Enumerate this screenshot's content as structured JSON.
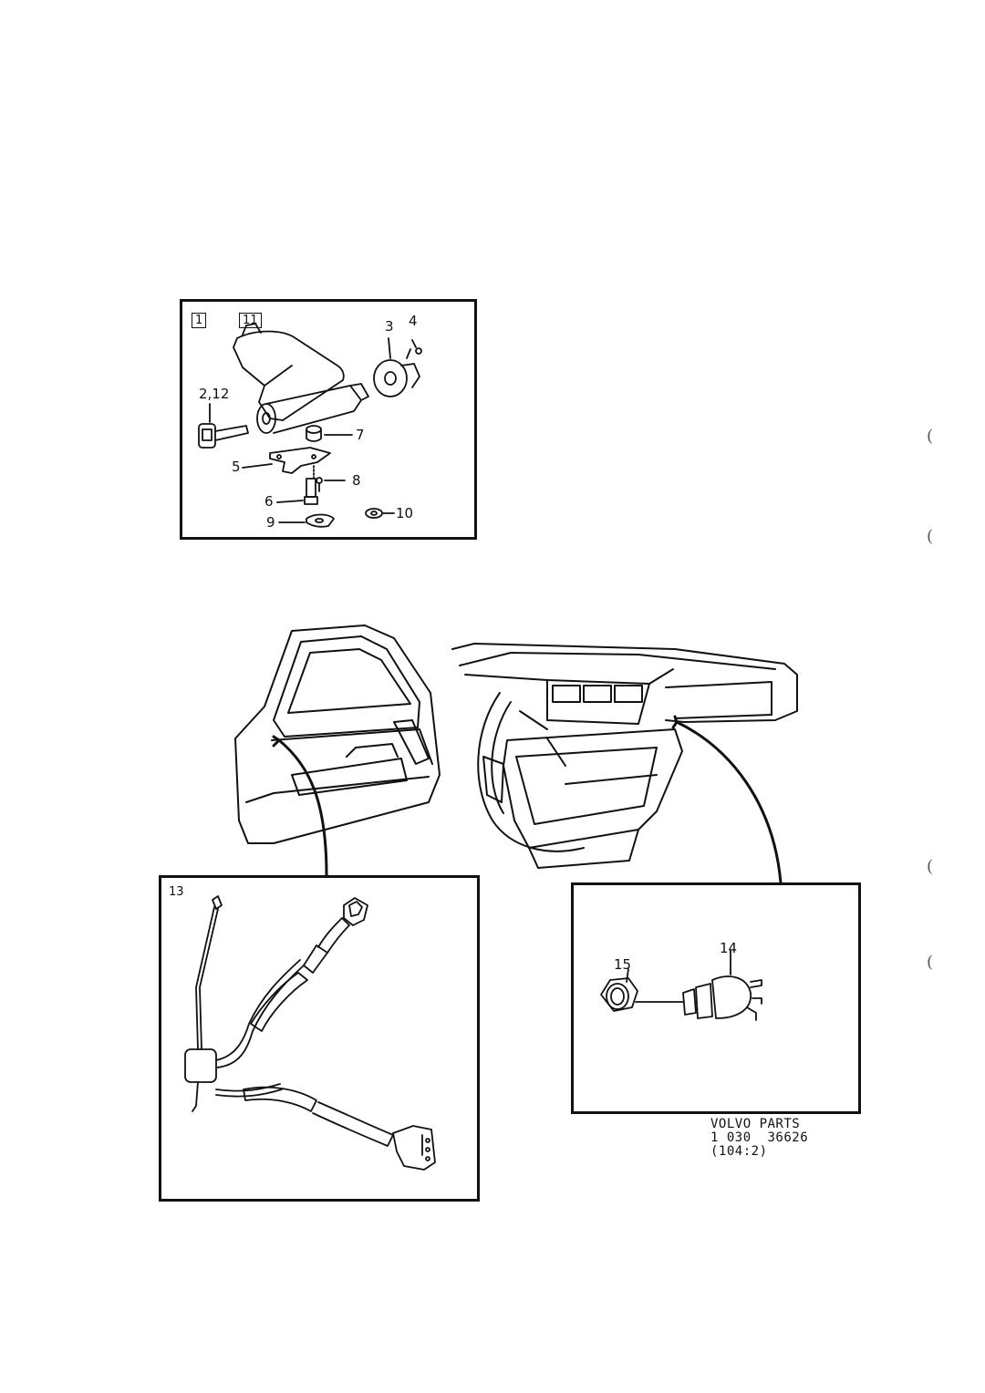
{
  "panels": {
    "lock": {
      "box_labels": [
        "1",
        "11"
      ],
      "callouts": {
        "c3": "3",
        "c4": "4",
        "c212": "2,12",
        "c7": "7",
        "c5": "5",
        "c8": "8",
        "c6": "6",
        "c9": "9",
        "c10": "10"
      }
    },
    "harness": {
      "label": "13"
    },
    "switch": {
      "callouts": {
        "c14": "14",
        "c15": "15"
      }
    }
  },
  "reference": {
    "line1": "VOLVO PARTS",
    "line2": "1 030  36626",
    "line3": "(104:2)"
  },
  "margin_marks": [
    "(",
    "(",
    "(",
    "("
  ],
  "colors": {
    "ink": "#111111",
    "paper": "#ffffff"
  }
}
